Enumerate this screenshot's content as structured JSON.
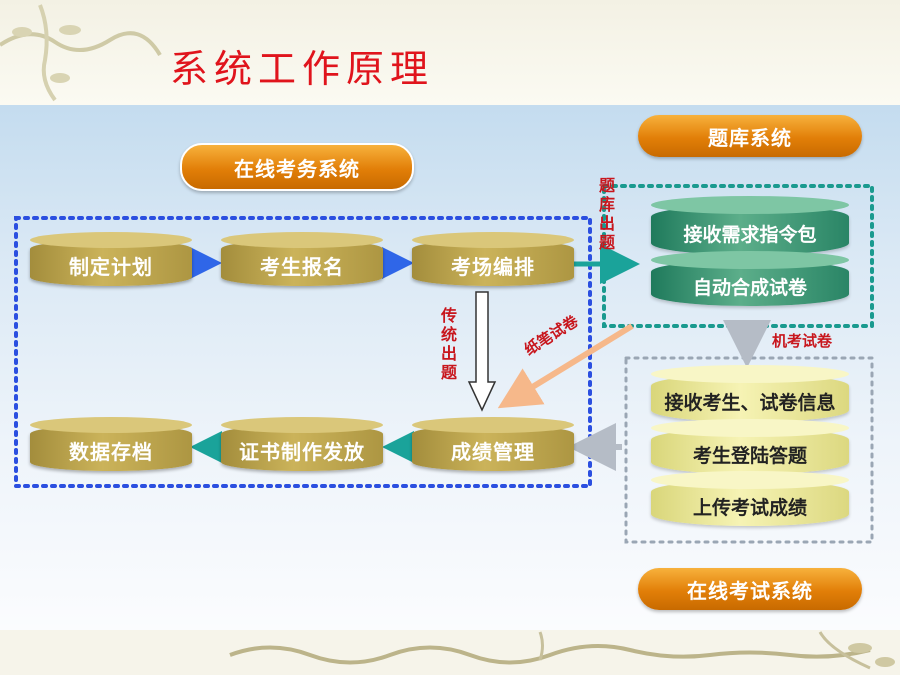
{
  "title": "系统工作原理",
  "left_section": {
    "title": "在线考务系统",
    "top_row": [
      "制定计划",
      "考生报名",
      "考场编排"
    ],
    "bottom_row": [
      "数据存档",
      "证书制作发放",
      "成绩管理"
    ]
  },
  "question_bank": {
    "title": "题库系统",
    "steps": [
      "接收需求指令包",
      "自动合成试卷"
    ]
  },
  "online_exam": {
    "title": "在线考试系统",
    "steps": [
      "接收考生、试卷信息",
      "考生登陆答题",
      "上传考试成绩"
    ]
  },
  "labels": {
    "bank_output": "题库出题",
    "traditional_output": "传统出题",
    "paper_exam": "纸笔试卷",
    "computer_exam": "机考试卷"
  },
  "colors": {
    "title": "#e0141c",
    "pill_orange": "#e27f08",
    "drum_gold": "#b9a14b",
    "green": "#2a8566",
    "yellow": "#f1eea6",
    "dotted_blue": "#2b4fe0",
    "dotted_teal": "#1a9a8f",
    "dotted_gray": "#9aa6b4",
    "arrow_blue": "#2f66e8",
    "arrow_teal": "#1aa39a",
    "arrow_orange": "#f6b88a"
  }
}
